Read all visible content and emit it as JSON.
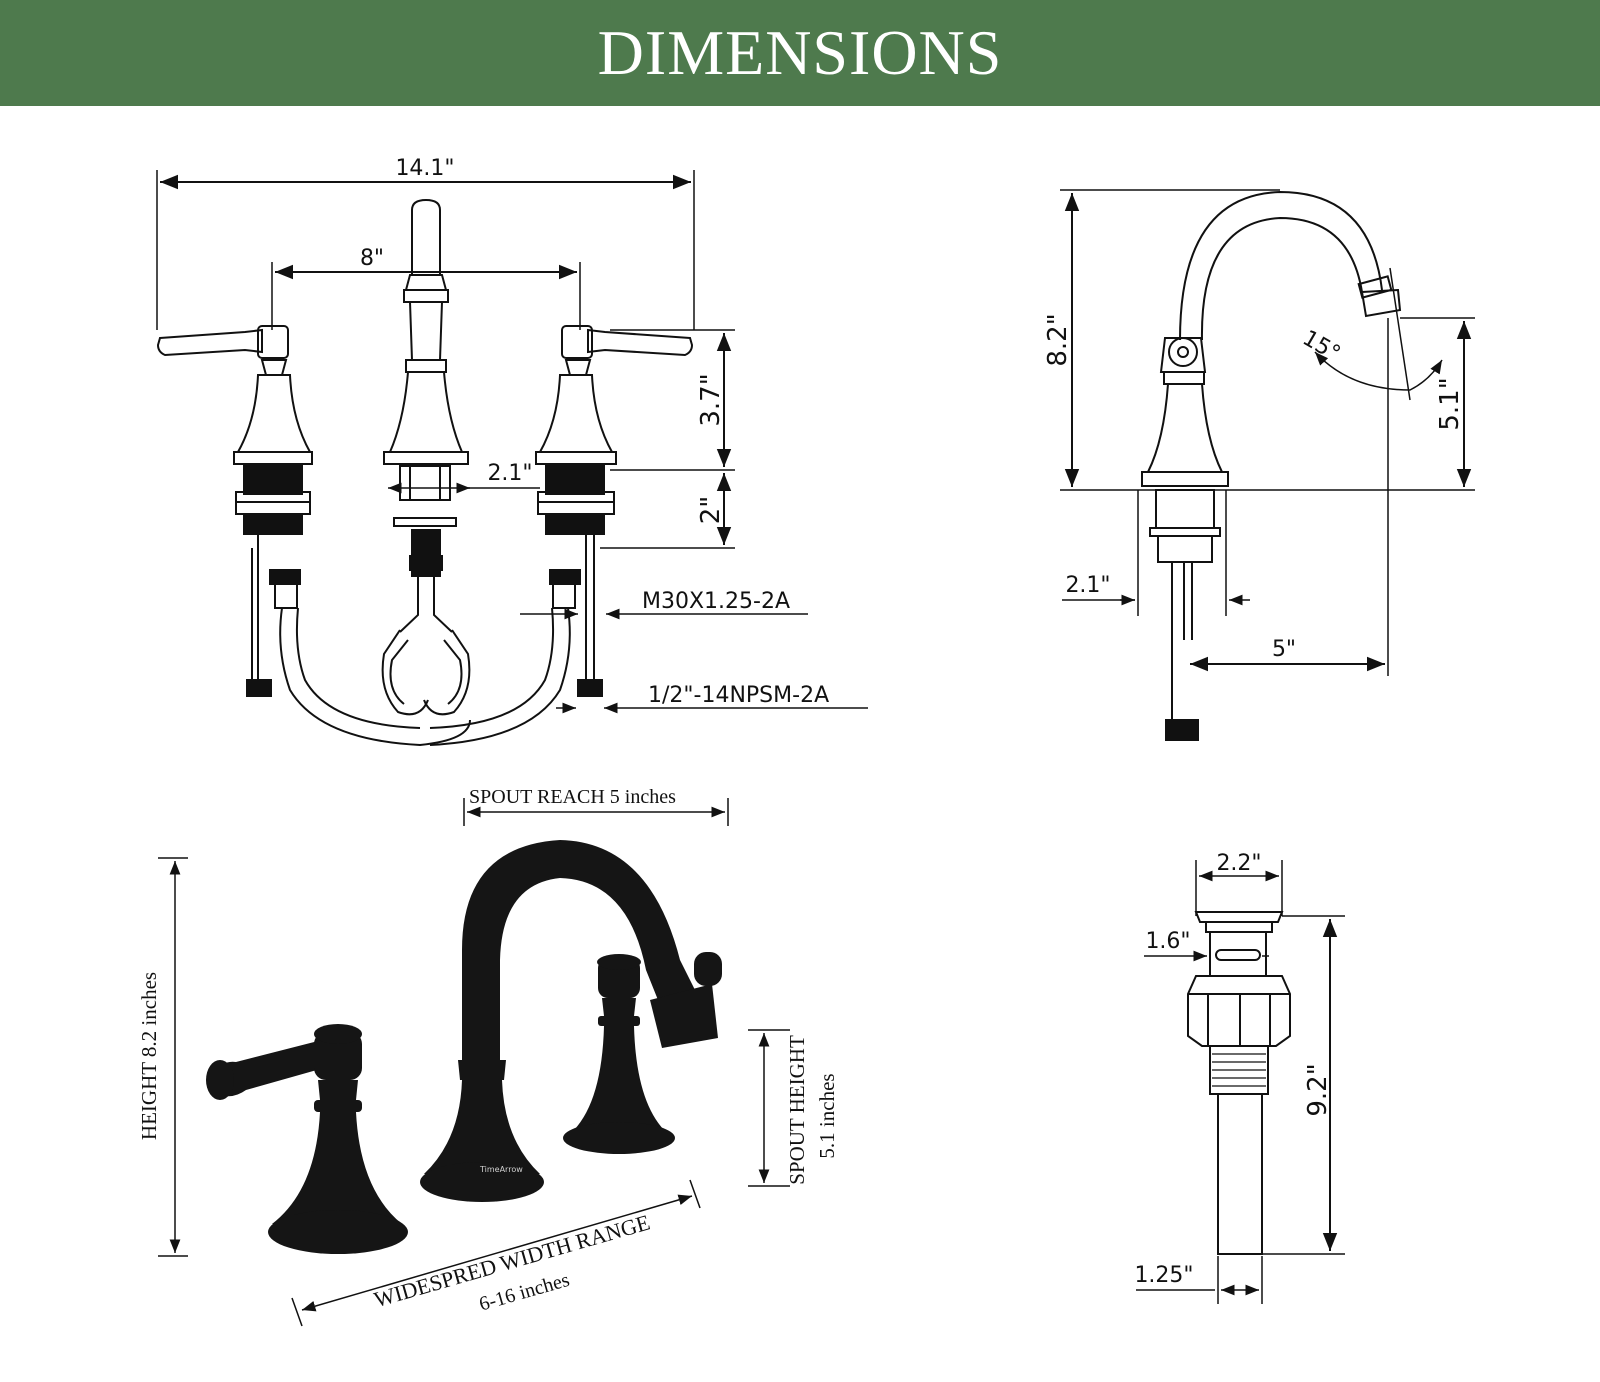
{
  "header": {
    "title": "DIMENSIONS",
    "background": "#4e7a4d",
    "text_color": "#ffffff"
  },
  "front_view": {
    "overall_width": "14.1\"",
    "center_spread": "8\"",
    "handle_height": "3.7\"",
    "shank_length": "2\"",
    "spout_base_width": "2.1\"",
    "thread_spec": "M30X1.25-2A",
    "supply_spec": "1/2\"-14NPSM-2A"
  },
  "side_view": {
    "total_height": "8.2\"",
    "spout_angle": "15°",
    "spout_height": "5.1\"",
    "base_width": "2.1\"",
    "spout_reach": "5\""
  },
  "photo_callouts": {
    "spout_reach_label": "SPOUT REACH",
    "spout_reach_value": "5 inches",
    "height_label": "HEIGHT",
    "height_value": "8.2 inches",
    "spout_height_label": "SPOUT HEIGHT",
    "spout_height_value": "5.1 inches",
    "width_label": "WIDESPRED WIDTH RANGE",
    "width_value": "6-16 inches",
    "brand": "TimeArrow",
    "finish_color": "#151515"
  },
  "drain_view": {
    "cap_width": "2.2\"",
    "body_width": "1.6\"",
    "total_length": "9.2\"",
    "tail_width": "1.25\""
  }
}
